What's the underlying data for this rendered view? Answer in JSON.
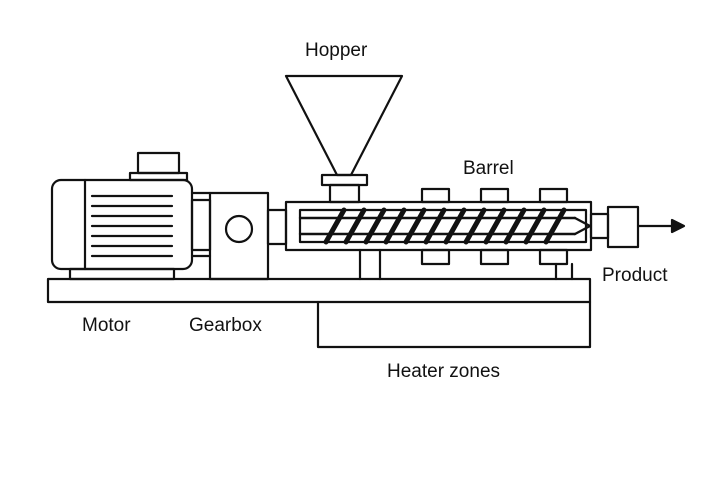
{
  "labels": {
    "hopper": "Hopper",
    "barrel": "Barrel",
    "product": "Product",
    "motor": "Motor",
    "gearbox": "Gearbox",
    "heater_zones": "Heater zones"
  },
  "colors": {
    "stroke": "#111111",
    "background": "#ffffff"
  }
}
